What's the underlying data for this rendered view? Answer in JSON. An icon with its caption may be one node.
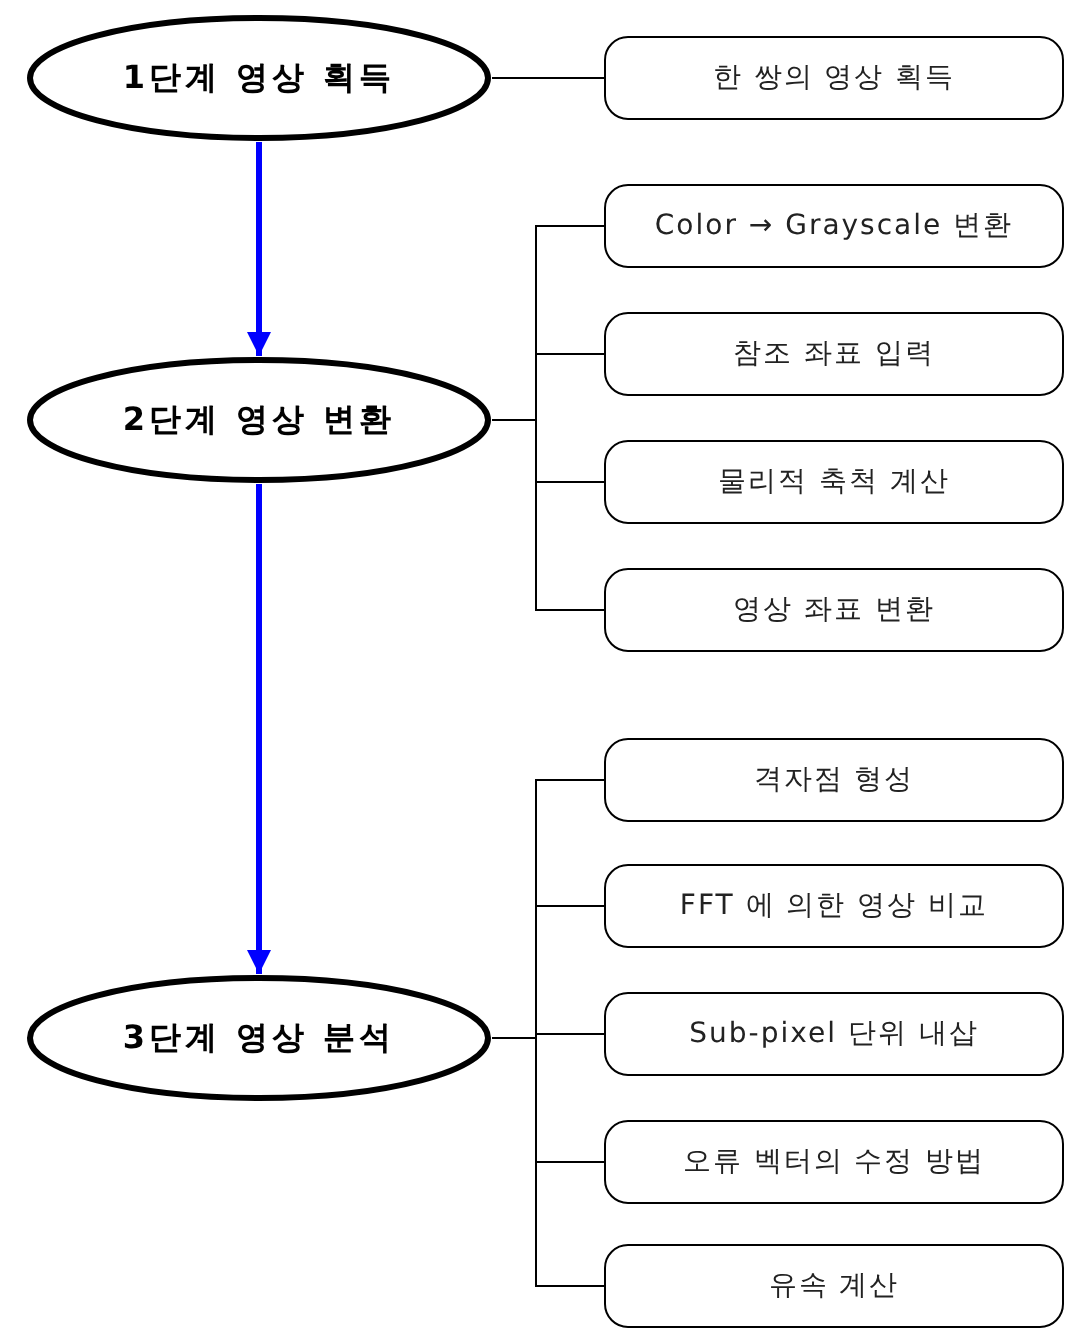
{
  "diagram": {
    "nodes": [
      {
        "text": [
          "1단계 영상 획득"
        ]
      },
      {
        "text": [
          "한 쌍의 영상 획득"
        ]
      },
      {
        "text": [
          "2단계 영상 변환"
        ]
      },
      {
        "text": [
          "Color → Grayscale 변환"
        ]
      },
      {
        "text": [
          "참조 좌표 입력"
        ]
      },
      {
        "text": [
          "물리적 축척 계산"
        ]
      },
      {
        "text": [
          "영상 좌표 변환"
        ]
      },
      {
        "text": [
          "3단계 영상 분석"
        ]
      },
      {
        "text": [
          "격자점 형성"
        ]
      },
      {
        "text": [
          "FFT 에 의한 영상 비교"
        ]
      },
      {
        "text": [
          "Sub-pixel 단위 내삽"
        ]
      },
      {
        "text": [
          "오류 벡터의 수정 방법"
        ]
      },
      {
        "text": [
          "유속 계산"
        ]
      }
    ],
    "edges": [
      {
        "from": 0,
        "to": 2,
        "arrow": "to",
        "style": "thick",
        "color": "#0000ff"
      },
      {
        "from": 2,
        "to": 7,
        "arrow": "to",
        "style": "thick",
        "color": "#0000ff"
      },
      {
        "from": 0,
        "to": 1,
        "arrow": "none"
      },
      {
        "from": 2,
        "to": 3,
        "arrow": "none"
      },
      {
        "from": 2,
        "to": 4,
        "arrow": "none"
      },
      {
        "from": 2,
        "to": 5,
        "arrow": "none"
      },
      {
        "from": 2,
        "to": 6,
        "arrow": "none"
      },
      {
        "from": 7,
        "to": 8,
        "arrow": "none"
      },
      {
        "from": 7,
        "to": 9,
        "arrow": "none"
      },
      {
        "from": 7,
        "to": 10,
        "arrow": "none"
      },
      {
        "from": 7,
        "to": 11,
        "arrow": "none"
      },
      {
        "from": 7,
        "to": 12,
        "arrow": "none"
      }
    ]
  }
}
